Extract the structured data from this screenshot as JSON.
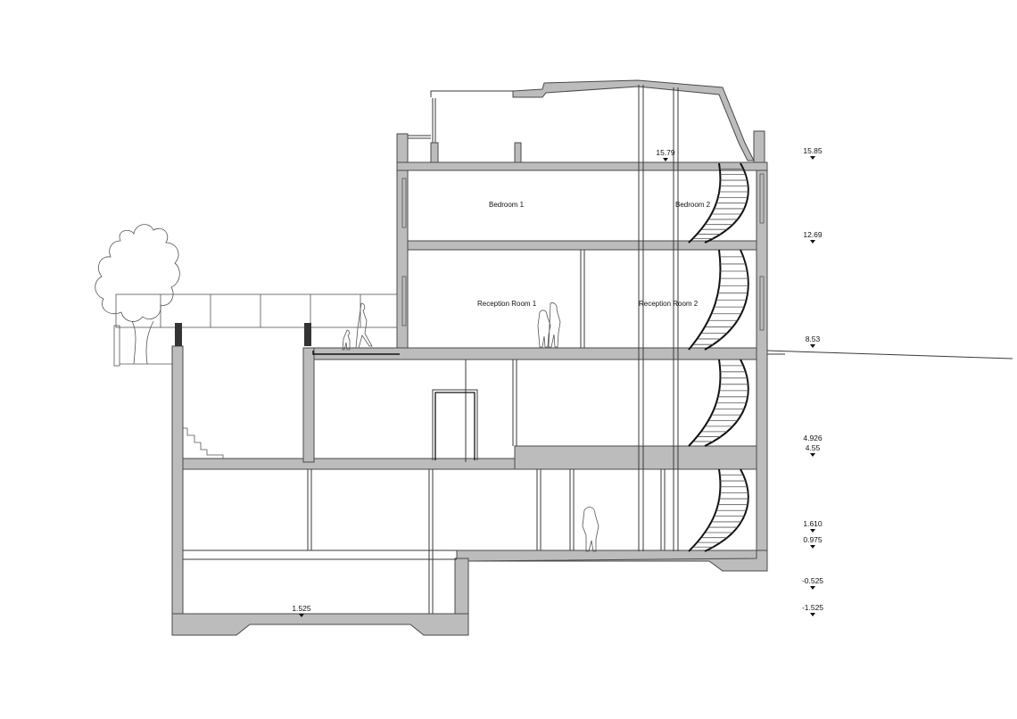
{
  "rooms": {
    "bedroom_1": "Bedroom 1",
    "bedroom_2": "Bedroom 2",
    "reception_room_1": "Reception Room 1",
    "reception_room_2": "Reception Room 2"
  },
  "levels": {
    "stair_top": "15.79",
    "basement_floor": "1.525"
  },
  "elevations": [
    "15.85",
    "12.69",
    "8.53",
    "4.926",
    "4.55",
    "1.610",
    "0.975",
    "-0.525",
    "-1.525"
  ],
  "colors": {
    "cut_fill": "#bcbcbc",
    "line": "#3a3a3a"
  }
}
